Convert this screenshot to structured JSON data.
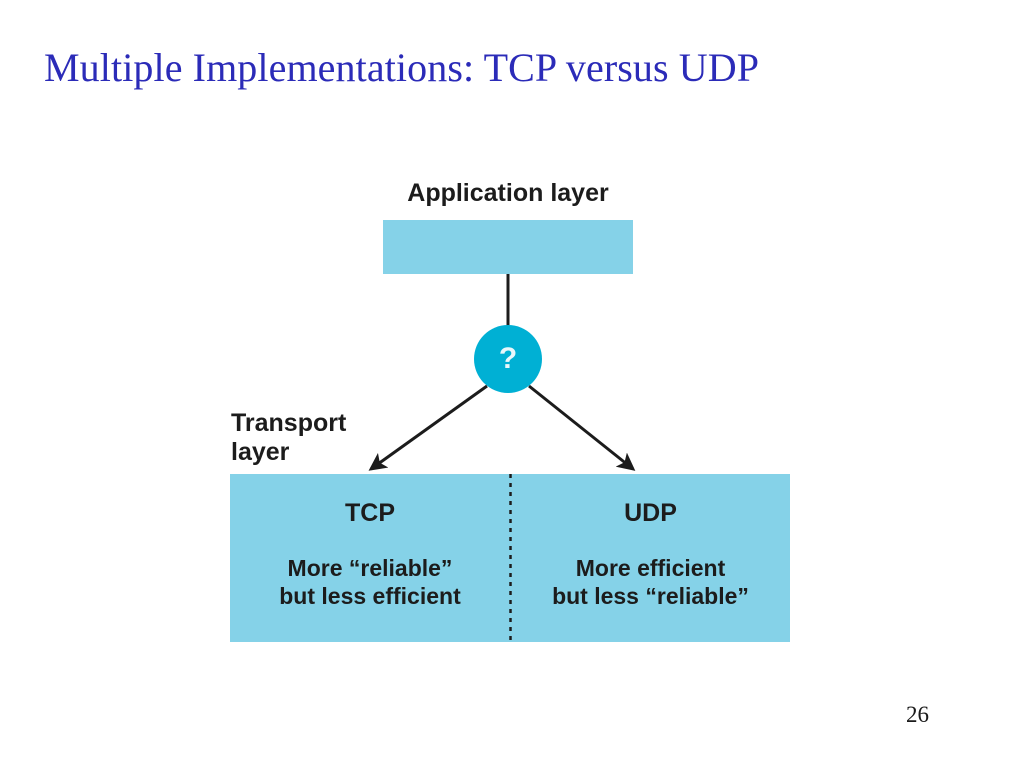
{
  "slide": {
    "title": "Multiple Implementations: TCP versus UDP",
    "page_number": "26",
    "title_color": "#2b2bb8",
    "background_color": "#ffffff"
  },
  "diagram": {
    "type": "layer-decision-diagram",
    "palette": {
      "box_fill": "#85d2e8",
      "circle_fill": "#00b0d4",
      "line_color": "#1c1c1c",
      "text_color": "#1c1c1c",
      "question_color": "#e9f7fb"
    },
    "application_layer": {
      "label": "Application layer",
      "box_name": "application-layer-box"
    },
    "decision": {
      "symbol": "?",
      "icon_name": "question-circle"
    },
    "transport_layer": {
      "label_line1": "Transport",
      "label_line2": "layer",
      "label": "Transport layer",
      "protocols": [
        {
          "name": "TCP",
          "description_line1": "More “reliable”",
          "description_line2": "but less efficient",
          "description": "More “reliable” but less efficient"
        },
        {
          "name": "UDP",
          "description_line1": "More efficient",
          "description_line2": "but less “reliable”",
          "description": "More efficient but less “reliable”"
        }
      ],
      "divider": "dashed"
    },
    "connectors": [
      {
        "from": "application-layer-box",
        "to": "question-circle",
        "style": "plain-line"
      },
      {
        "from": "question-circle",
        "to": "TCP",
        "style": "arrow"
      },
      {
        "from": "question-circle",
        "to": "UDP",
        "style": "arrow"
      }
    ]
  }
}
